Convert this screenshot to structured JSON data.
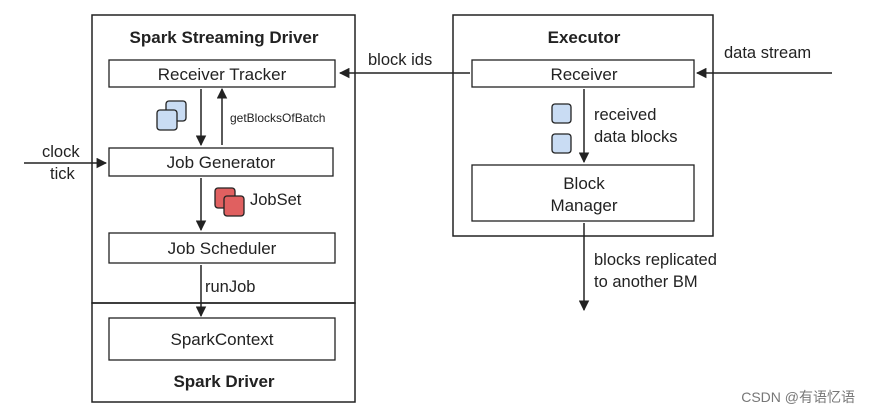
{
  "driver": {
    "title": "Spark Streaming Driver",
    "receiver_tracker": "Receiver Tracker",
    "get_blocks_of_batch": "getBlocksOfBatch",
    "job_generator": "Job Generator",
    "jobset": "JobSet",
    "job_scheduler": "Job Scheduler",
    "run_job": "runJob",
    "spark_context": "SparkContext",
    "spark_driver": "Spark Driver"
  },
  "external": {
    "clock": "clock",
    "tick": "tick",
    "block_ids": "block ids",
    "data_stream": "data stream",
    "blocks_replicated_1": "blocks replicated",
    "blocks_replicated_2": "to another BM"
  },
  "executor": {
    "title": "Executor",
    "receiver": "Receiver",
    "received_1": "received",
    "received_2": "data blocks",
    "block_manager_1": "Block",
    "block_manager_2": "Manager"
  },
  "watermark": "CSDN @有语忆语",
  "colors": {
    "block_blue_fill": "#c9dcf3",
    "block_red_fill": "#e06060",
    "stroke": "#222222"
  }
}
